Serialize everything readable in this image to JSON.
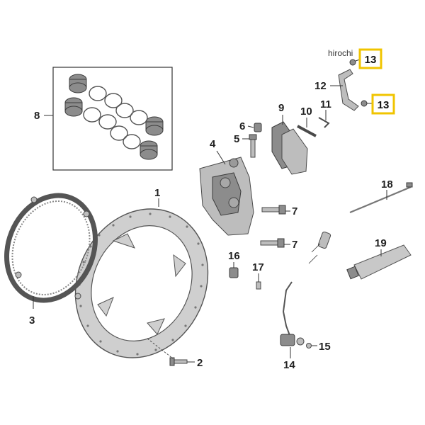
{
  "diagram": {
    "watermark": "hirochi",
    "highlight_color": "#f0c400",
    "callouts": {
      "c1": "1",
      "c2": "2",
      "c3": "3",
      "c4": "4",
      "c5": "5",
      "c6": "6",
      "c7a": "7",
      "c7b": "7",
      "c8": "8",
      "c9": "9",
      "c10": "10",
      "c11": "11",
      "c12": "12",
      "c13a": "13",
      "c13b": "13",
      "c14": "14",
      "c15": "15",
      "c16": "16",
      "c17": "17",
      "c18": "18",
      "c19": "19"
    }
  }
}
